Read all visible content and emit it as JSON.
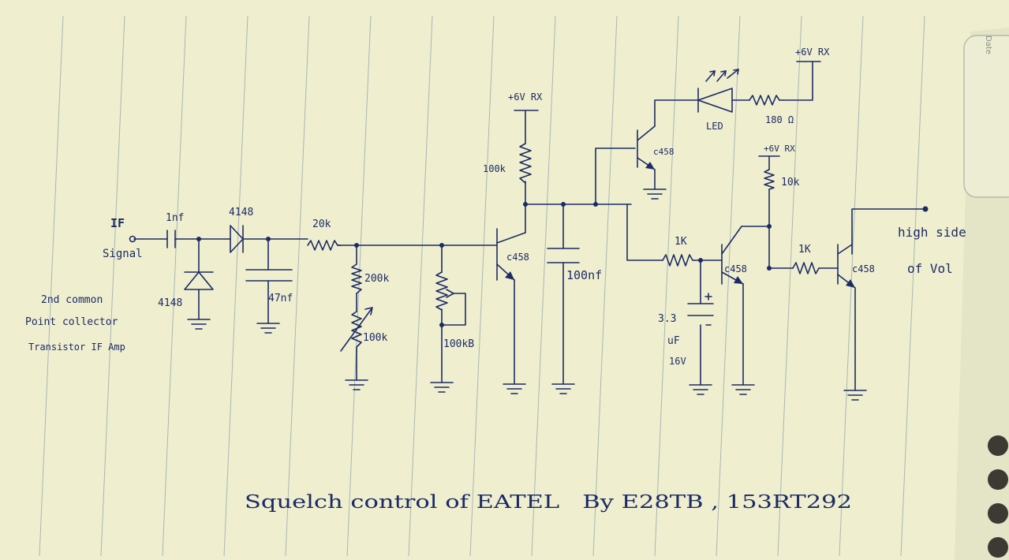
{
  "paper": {
    "date_label": "Date",
    "background_color": "#efefcf",
    "line_color": "#a9b6b4",
    "ink_color": "#1c2a66"
  },
  "title": "Squelch control of EATEL   By E28TB , 153RT292",
  "input": {
    "label_if": "IF",
    "label_signal": "Signal",
    "note_line1": "2nd common",
    "note_line2": "Point collector",
    "note_line3": "Transistor IF Amp"
  },
  "components": {
    "c_1nf": "1nf",
    "d_4148_series": "4148",
    "d_4148_shunt": "4148",
    "c_47nf": "47nf",
    "r_20k": "20k",
    "r_200k": "200k",
    "vr_100k": "100k",
    "vr_100kb": "100kB",
    "q1": "c458",
    "r_100k_collector": "100k",
    "q1_supply": "+6V RX",
    "c_100nf": "100nf",
    "q_led": "c458",
    "led": "LED",
    "r_180": "180 Ω",
    "led_supply": "+6V RX",
    "r_1k_a": "1K",
    "c_3u3_value": "3.3",
    "c_3u3_unit": "uF",
    "c_3u3_voltage": "16V",
    "q2": "c458",
    "q2_supply": "+6V RX",
    "r_10k": "10k",
    "r_1k_b": "1K",
    "q3": "c458",
    "output_line1": "high side",
    "output_line2": "of Vol"
  }
}
